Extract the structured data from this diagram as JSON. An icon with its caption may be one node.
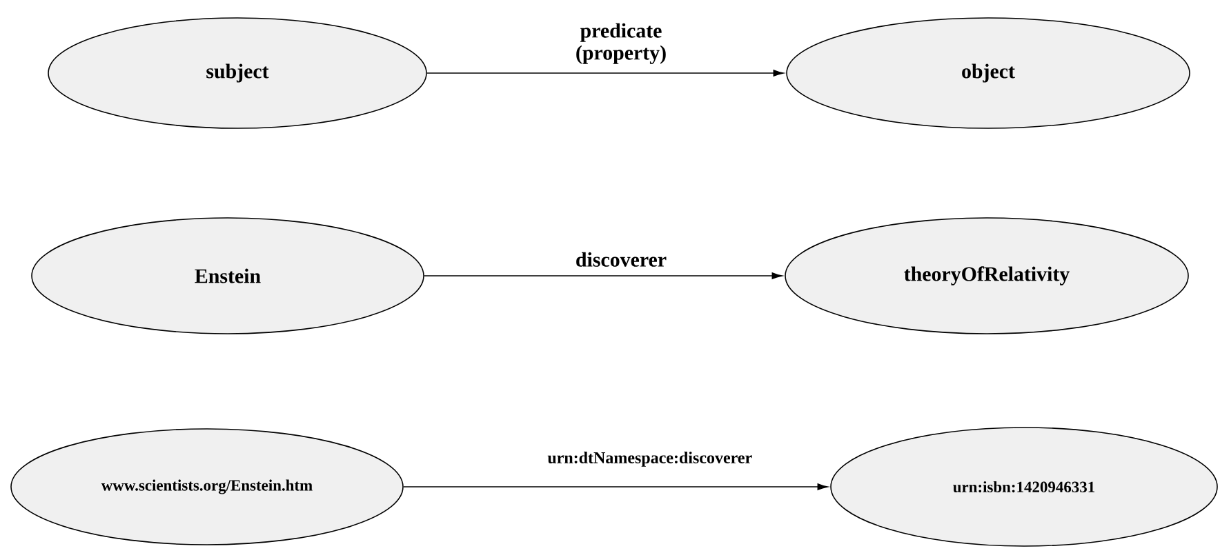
{
  "diagram": {
    "nodes": [
      {
        "text": [
          "subject"
        ]
      },
      {
        "text": [
          "object"
        ]
      },
      {
        "text": [
          "Enstein"
        ]
      },
      {
        "text": [
          "theoryOfRelativity"
        ]
      },
      {
        "text": [
          "www.scientists.org/Enstein.htm"
        ]
      },
      {
        "text": [
          "urn:isbn:1420946331"
        ]
      }
    ],
    "edges": [
      {
        "from": 0,
        "to": 1,
        "arrow": "to",
        "label": "predicate (property)"
      },
      {
        "from": 2,
        "to": 3,
        "arrow": "to",
        "label": "discoverer"
      },
      {
        "from": 4,
        "to": 5,
        "arrow": "to",
        "label": "urn:dtNamespace:discoverer"
      }
    ]
  }
}
